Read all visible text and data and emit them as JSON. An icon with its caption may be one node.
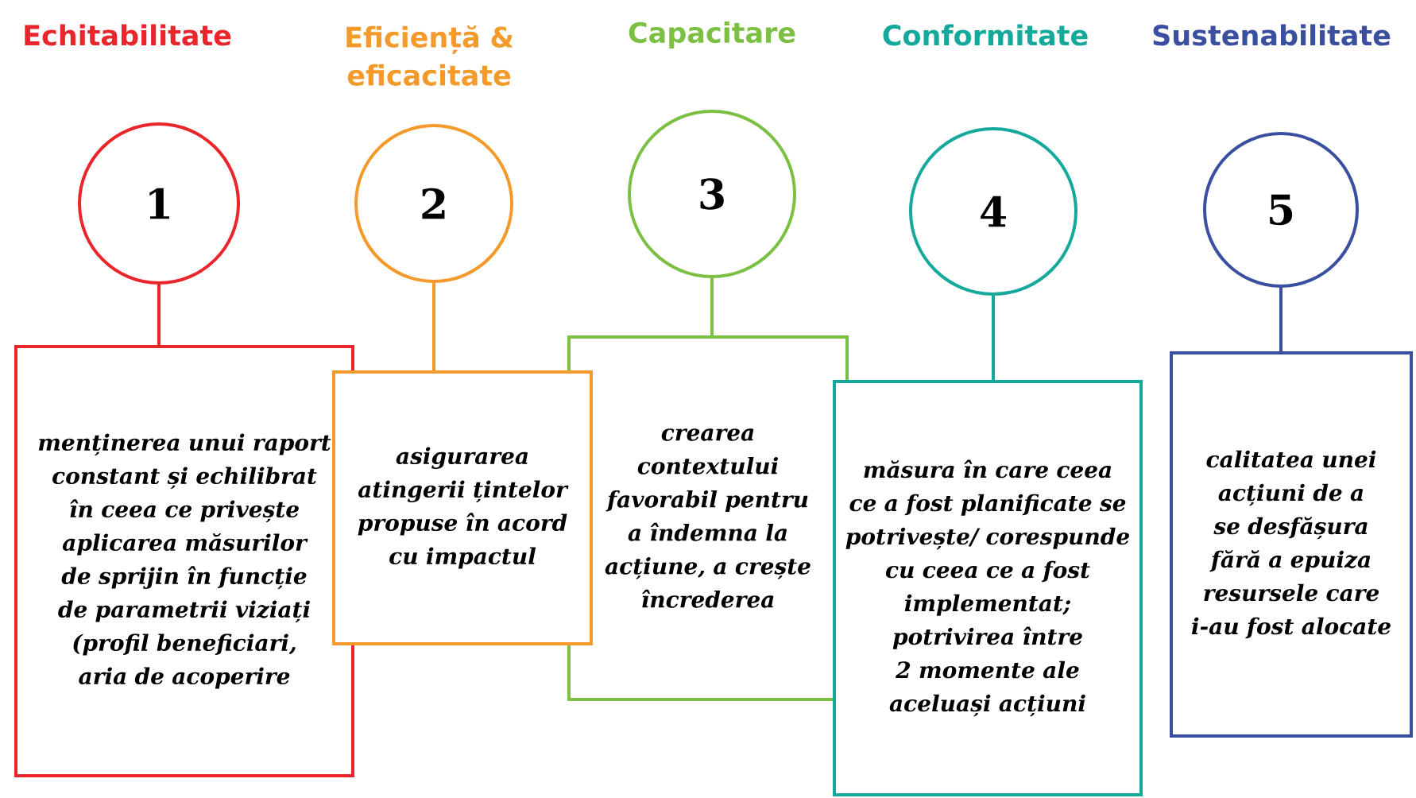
{
  "diagram": {
    "nodes": [
      {
        "text": [
          "1"
        ],
        "beside": [
          "Echitabilitate"
        ]
      },
      {
        "text": [
          "menținerea unui raport constant și echilibrat în ceea ce privește aplicarea măsurilor de sprijin în funcție de parametrii viziați (profil beneficiari, aria de acoperire"
        ]
      },
      {
        "text": [
          "2"
        ],
        "beside": [
          "Eficiență & eficacitate"
        ]
      },
      {
        "text": [
          "asigurarea atingerii țintelor propuse în acord cu impactul"
        ]
      },
      {
        "text": [
          "3"
        ],
        "beside": [
          "Capacitare"
        ]
      },
      {
        "text": [
          "crearea contextului favorabil pentru a îndemna la acțiune, a crește încrederea"
        ]
      },
      {
        "text": [
          "4"
        ],
        "beside": [
          "Conformitate"
        ]
      },
      {
        "text": [
          "măsura în care ceea ce a fost planificate se potrivește/ corespunde cu ceea ce a fost implementat; potrivirea între 2 momente ale aceluași acțiuni"
        ]
      },
      {
        "text": [
          "5"
        ],
        "beside": [
          "Sustenabilitate"
        ]
      },
      {
        "text": [
          "calitatea unei acțiuni de a se desfășura fără a epuiza resursele care i-au fost alocate"
        ]
      }
    ],
    "edges": [
      {
        "from": 0,
        "to": 1,
        "arrow": "none",
        "color": "#e8262b"
      },
      {
        "from": 2,
        "to": 3,
        "arrow": "none",
        "color": "#f39a2b"
      },
      {
        "from": 4,
        "to": 5,
        "arrow": "none",
        "color": "#7cc043"
      },
      {
        "from": 6,
        "to": 7,
        "arrow": "none",
        "color": "#15a99b"
      },
      {
        "from": 8,
        "to": 9,
        "arrow": "none",
        "color": "#3b4fa0"
      }
    ]
  }
}
